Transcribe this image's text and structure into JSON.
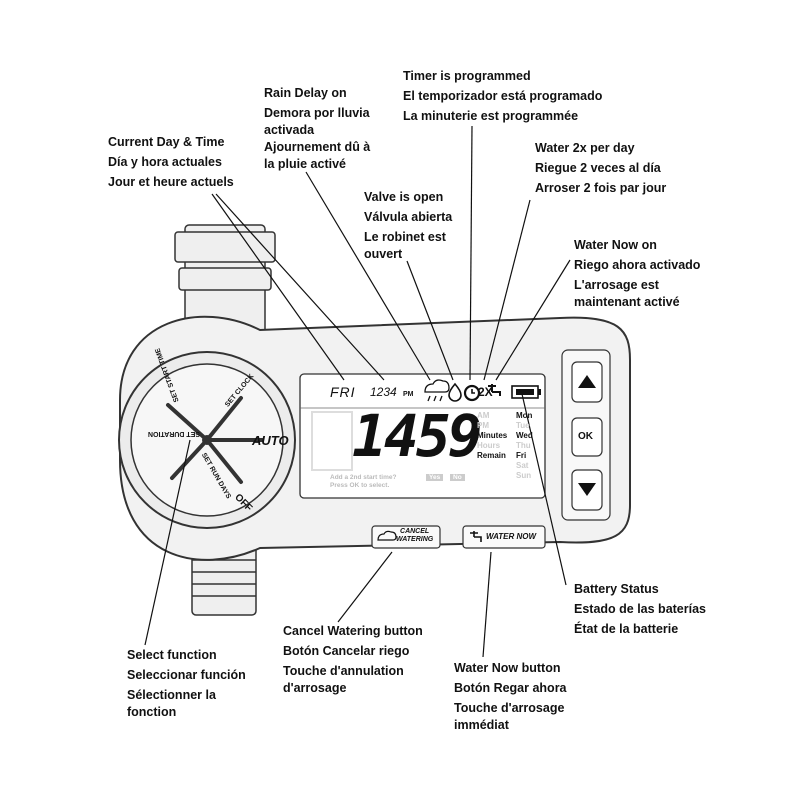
{
  "callouts": {
    "timer": [
      "Timer is programmed",
      "El temporizador está programado",
      "La minuterie est programmée"
    ],
    "rain_delay": [
      "Rain Delay on",
      "Demora por lluvia",
      "activada",
      "Ajournement dû à",
      "la pluie activé"
    ],
    "current_day": [
      "Current Day & Time",
      "Día y hora actuales",
      "Jour et heure actuels"
    ],
    "water_2x": [
      "Water 2x per day",
      "Riegue 2 veces al día",
      "Arroser 2 fois par jour"
    ],
    "valve_open": [
      "Valve is open",
      "Válvula abierta",
      "Le robinet est",
      "ouvert"
    ],
    "water_now_on": [
      "Water Now on",
      "Riego ahora activado",
      "L'arrosage est",
      "maintenant activé"
    ],
    "battery": [
      "Battery Status",
      "Estado de las baterías",
      "État de la batterie"
    ],
    "cancel_btn": [
      "Cancel Watering button",
      "Botón Cancelar riego",
      "Touche d'annulation",
      "d'arrosage"
    ],
    "select_fn": [
      "Select function",
      "Seleccionar función",
      "Sélectionner la",
      "fonction"
    ],
    "water_now_btn": [
      "Water Now button",
      "Botón Regar ahora",
      "Touche d'arrosage",
      "immédiat"
    ]
  },
  "device": {
    "day": "FRI",
    "clock": "1234",
    "clock_ampm": "PM",
    "big_digits": "1459",
    "icon_2x": "2X",
    "units": {
      "am": "AM",
      "pm": "PM",
      "minutes": "Minutes",
      "hours": "Hours",
      "remain": "Remain"
    },
    "days": [
      "Mon",
      "Tue",
      "Wed",
      "Thu",
      "Fri",
      "Sat",
      "Sun"
    ],
    "prompt_line1": "Add a 2nd start time?",
    "prompt_line2": "Press OK to select.",
    "yes": "Yes",
    "no": "No",
    "dial": {
      "auto": "AUTO",
      "off": "OFF",
      "set_clock": "SET CLOCK",
      "set_start_time": "SET START TIME",
      "set_duration": "SET DURATION",
      "set_run_days": "SET RUN DAYS"
    },
    "buttons": {
      "ok": "OK",
      "cancel_1": "CANCEL",
      "cancel_2": "WATERING",
      "water_now": "WATER NOW"
    }
  }
}
